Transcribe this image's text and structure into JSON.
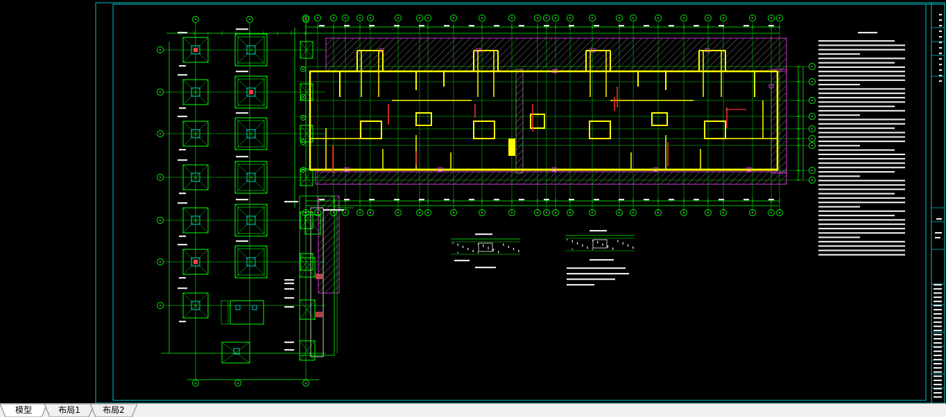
{
  "layout_tabs": [
    {
      "label": "模型",
      "active": true
    },
    {
      "label": "布局1",
      "active": false
    },
    {
      "label": "布局2",
      "active": false
    }
  ],
  "colors": {
    "background": "#000000",
    "frame": "#00c8c8",
    "wall": "#ffff00",
    "grid": "#00ff00",
    "dimension": "#00ff00",
    "hatch": "#c0c0c0",
    "column": "#ff3030",
    "magenta": "#ff40ff",
    "text": "#ffffff",
    "tabbar": "#f0f0f0"
  },
  "drawing": {
    "sheet_name": "cad-drawing-sheet"
  }
}
